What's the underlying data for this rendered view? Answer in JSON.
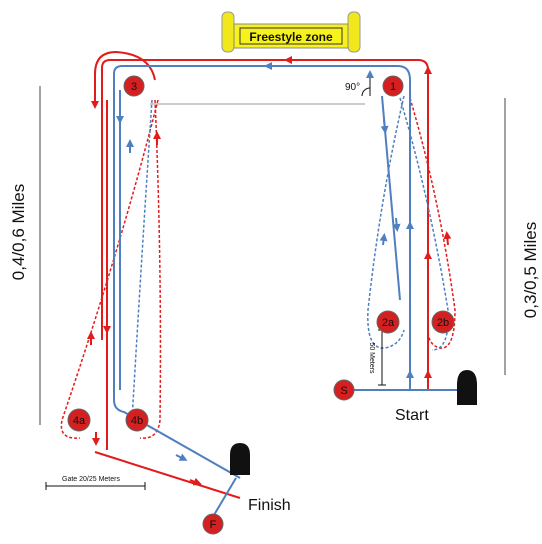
{
  "banner": {
    "label": "Freestyle zone",
    "fill": "#f7f21c",
    "post_color": "#f0e81a"
  },
  "left_distance": "0,4/0,6 Miles",
  "right_distance": "0,3/0,5 Miles",
  "angle_label": "90°",
  "fifty_meters": "50 Meters",
  "gate_label": "Gate  20/25 Meters",
  "start_label": "Start",
  "finish_label": "Finish",
  "marks": {
    "m1": "1",
    "m3": "3",
    "m2a": "2a",
    "m2b": "2b",
    "m4a": "4a",
    "m4b": "4b",
    "s": "S",
    "f": "F"
  },
  "colors": {
    "red": "#e31b1b",
    "blue": "#4f7fbf",
    "mark_fill": "#d42020",
    "gate": "#111111"
  }
}
